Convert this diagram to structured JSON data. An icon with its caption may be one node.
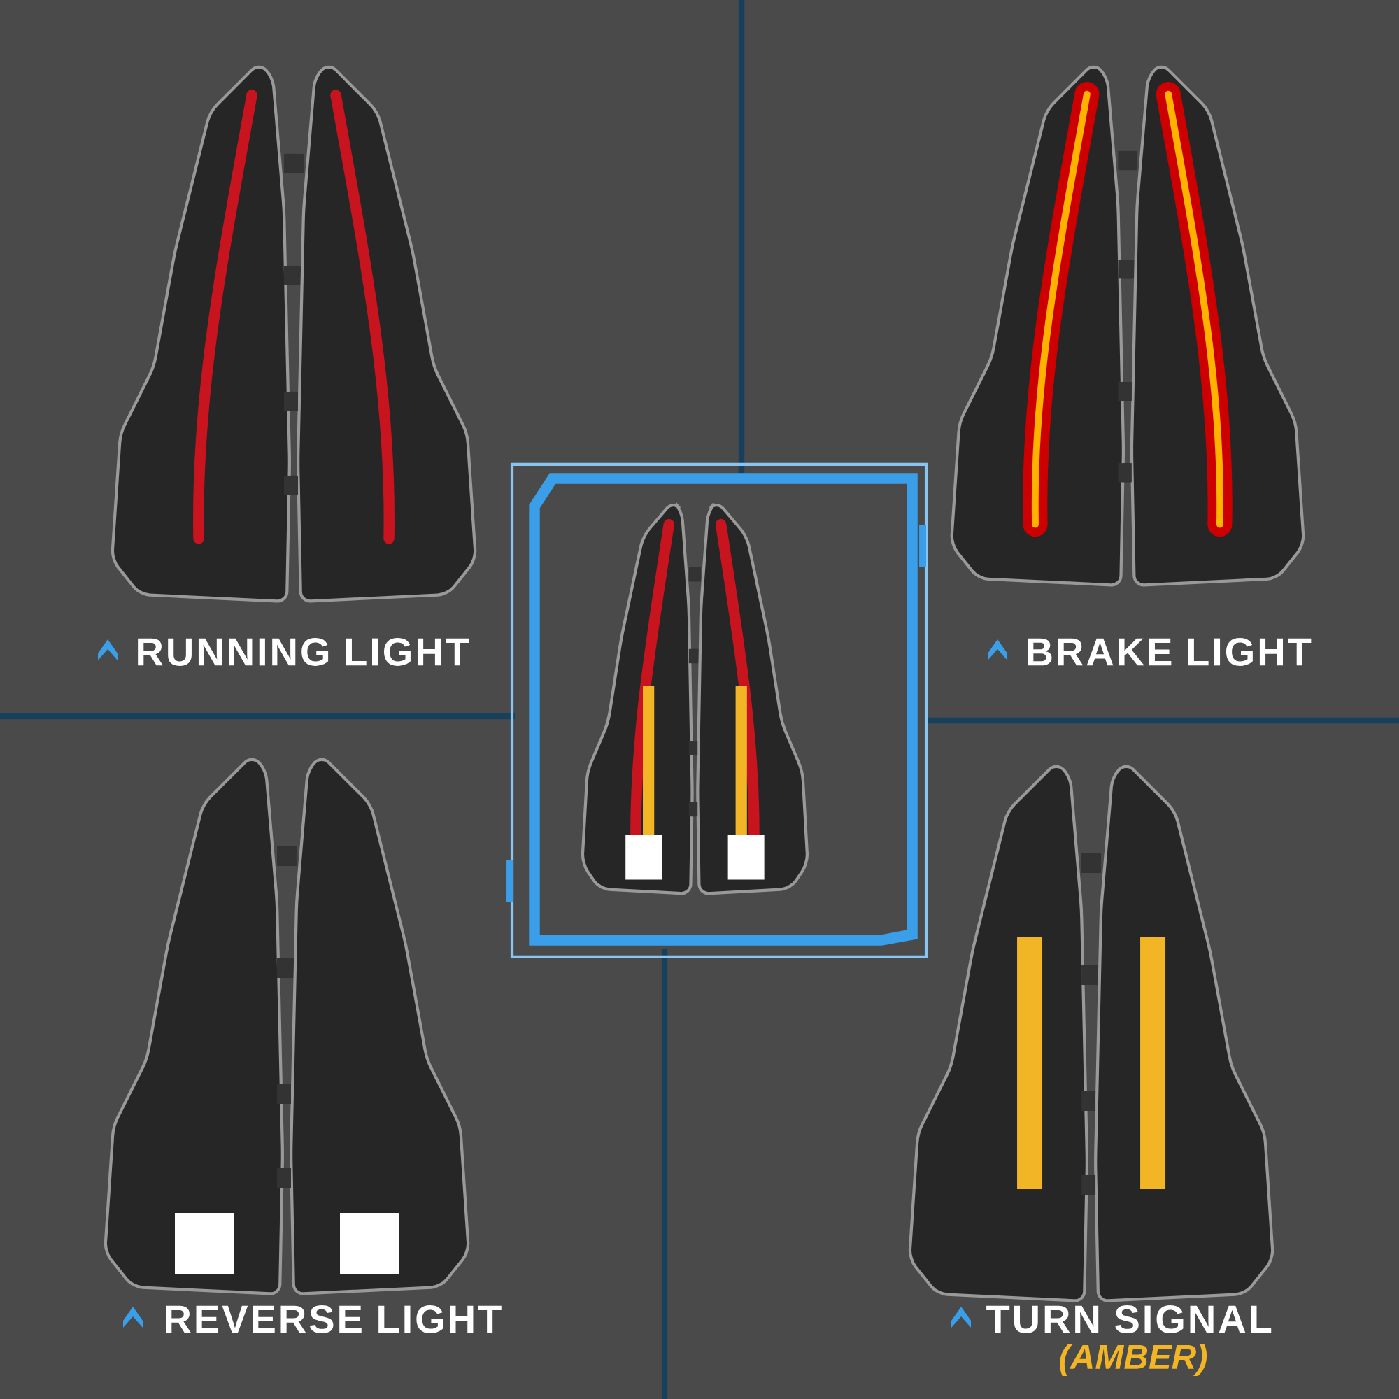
{
  "diagram": {
    "labels": [
      "RUNNING LIGHT",
      "BRAKE LIGHT",
      "REVERSE LIGHT",
      "TURN SIGNAL",
      "(AMBER)"
    ]
  }
}
